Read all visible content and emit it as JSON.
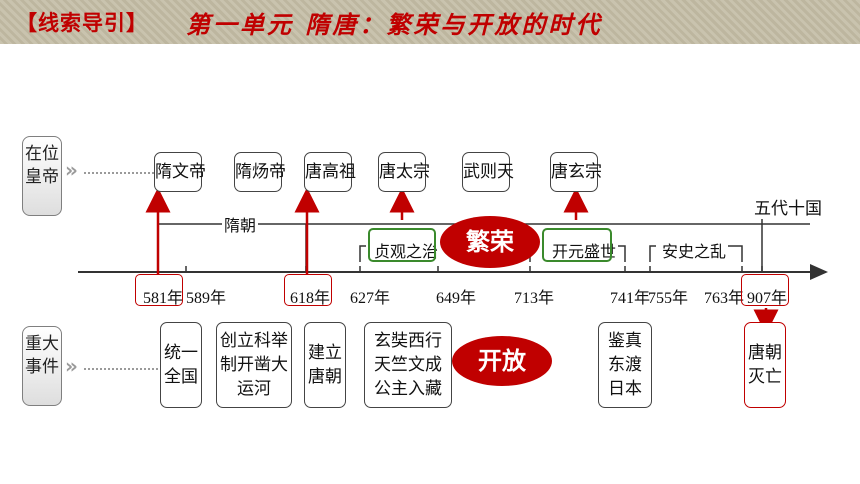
{
  "header": {
    "tag": "【线索导引】",
    "title": "第一单元  隋唐：繁荣与开放的时代"
  },
  "side_labels": {
    "emperors": "在位皇帝",
    "events": "重大事件"
  },
  "emperors": [
    "隋文帝",
    "隋炀帝",
    "唐高祖",
    "唐太宗",
    "武则天",
    "唐玄宗"
  ],
  "period_labels": {
    "sui": "隋朝",
    "zhenguan": "贞观之治",
    "kaiyuan": "开元盛世",
    "anshi": "安史之乱",
    "wudai": "五代十国"
  },
  "years": [
    "581年",
    "589年",
    "618年",
    "627年",
    "649年",
    "713年",
    "741年",
    "755年",
    "763年",
    "907年"
  ],
  "events": [
    "统一全国",
    "创立科举制开凿大运河",
    "建立唐朝",
    "玄奘西行天竺文成公主入藏",
    "鉴真东渡日本",
    "唐朝灭亡"
  ],
  "ovals": {
    "prosperity": "繁荣",
    "openness": "开放"
  },
  "colors": {
    "accent_red": "#c00000",
    "zhenguan_green": "#3a8a2c"
  }
}
